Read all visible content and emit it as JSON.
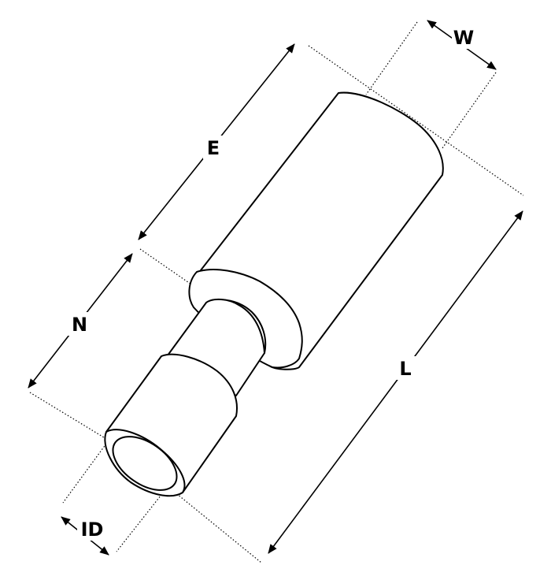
{
  "dimensions": {
    "W": "W",
    "E": "E",
    "N": "N",
    "L": "L",
    "ID": "ID"
  }
}
